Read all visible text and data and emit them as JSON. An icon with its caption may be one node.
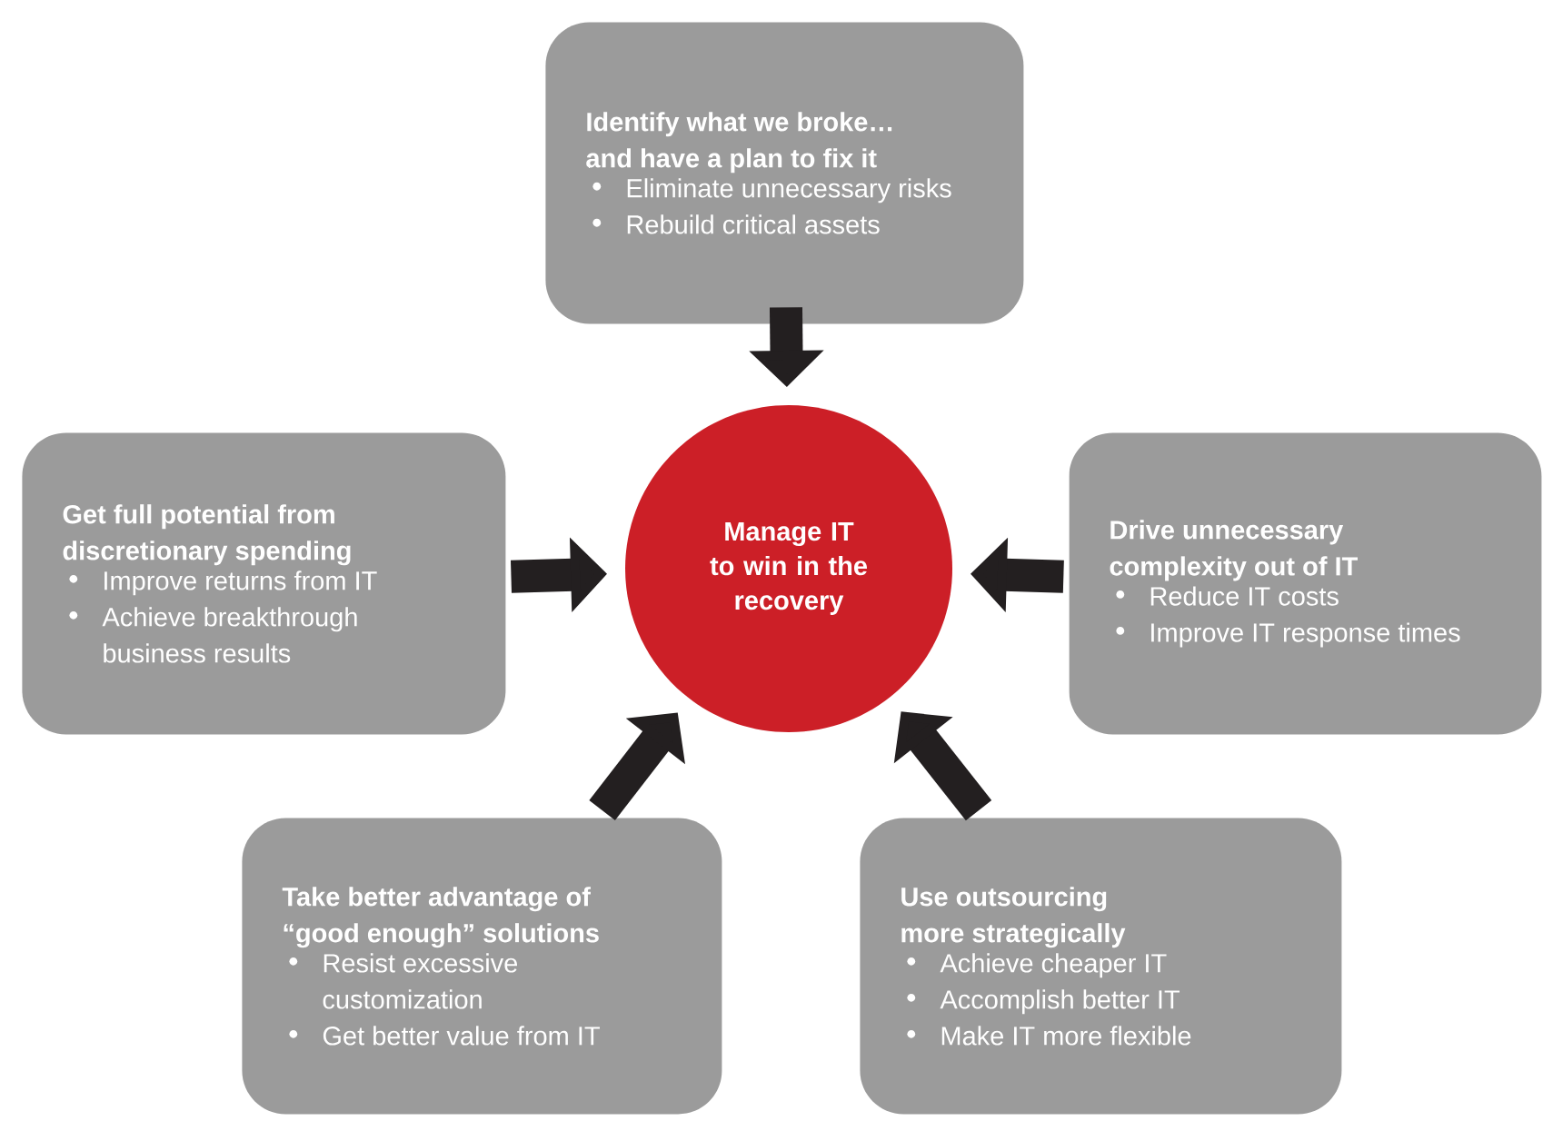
{
  "diagram": {
    "nodes": [
      {
        "text": [
          "Identify what we broke… and have a plan to fix it",
          "Eliminate unnecessary risks",
          "Rebuild critical assets"
        ]
      },
      {
        "text": [
          "Get full potential from discretionary spending",
          "Improve returns from IT",
          "Achieve breakthrough business results"
        ]
      },
      {
        "text": [
          "Manage IT to win in the recovery"
        ]
      },
      {
        "text": [
          "Drive unnecessary complexity out of IT",
          "Reduce IT costs",
          "Improve IT response times"
        ]
      },
      {
        "text": [
          "Take better advantage of “good enough” solutions",
          "Resist excessive customization",
          "Get better value from IT"
        ]
      },
      {
        "text": [
          "Use outsourcing more strategically",
          "Achieve cheaper IT",
          "Accomplish better IT",
          "Make IT more flexible"
        ]
      }
    ],
    "edges": [
      {
        "from": 0,
        "to": 2,
        "arrow": "to"
      },
      {
        "from": 1,
        "to": 2,
        "arrow": "to"
      },
      {
        "from": 3,
        "to": 2,
        "arrow": "to"
      },
      {
        "from": 4,
        "to": 2,
        "arrow": "to"
      },
      {
        "from": 5,
        "to": 2,
        "arrow": "to"
      }
    ]
  }
}
